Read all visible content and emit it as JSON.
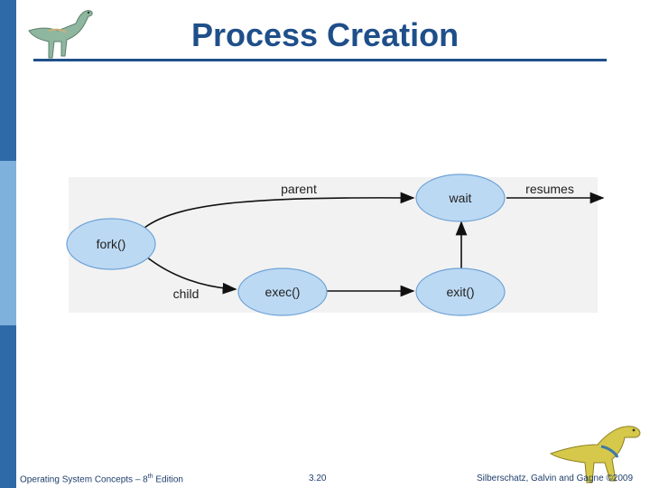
{
  "title": "Process Creation",
  "diagram": {
    "nodes": {
      "fork": "fork()",
      "exec": "exec()",
      "wait": "wait",
      "exit": "exit()"
    },
    "edge_labels": {
      "parent": "parent",
      "child": "child",
      "resumes": "resumes"
    }
  },
  "footer": {
    "left_prefix": "Operating System Concepts – 8",
    "left_sup": "th",
    "left_suffix": " Edition",
    "center": "3.20",
    "right": "Silberschatz, Galvin and Gagne ©2009"
  },
  "colors": {
    "sidebar_dark": "#2e6aa6",
    "sidebar_light": "#7fb1dd",
    "title": "#1f4f8a",
    "node_fill": "#bcd9f3",
    "node_stroke": "#6fa3d6"
  }
}
